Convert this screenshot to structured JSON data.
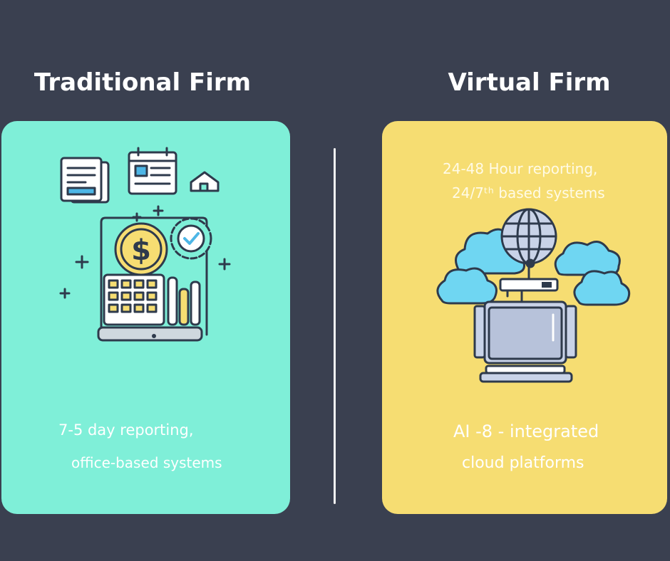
{
  "traditional": {
    "heading": "Traditional Firm",
    "caption_line1": "7-5 day reporting,",
    "caption_line2": "office-based systems",
    "color": "#7fefd8"
  },
  "virtual": {
    "heading": "Virtual Firm",
    "top_line1": "24-48 Hour reporting,",
    "top_line2": "24/7ᵗʰ based systems",
    "caption_line1": "AI -8 - integrated",
    "caption_line2": "cloud platforms",
    "color": "#f6dd72"
  },
  "background_color": "#3a4050",
  "icons": [
    "document-stack-icon",
    "calendar-icon",
    "house-icon",
    "dollar-coin-icon",
    "gear-check-icon",
    "calculator-icon",
    "globe-icon",
    "cloud-icon",
    "server-icon"
  ]
}
